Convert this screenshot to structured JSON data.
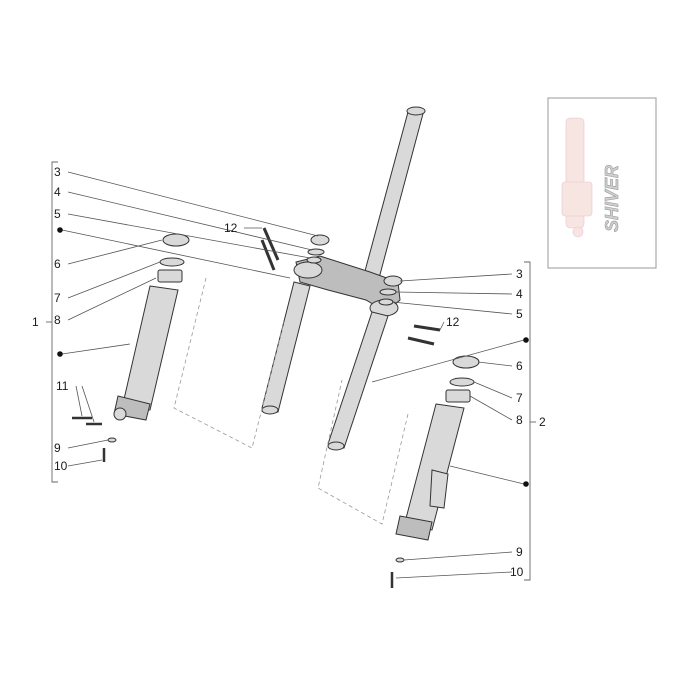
{
  "labels": {
    "left": {
      "l3": "3",
      "l4": "4",
      "l5": "5",
      "l12": "12",
      "l6": "6",
      "l7": "7",
      "l8": "8",
      "l1": "1",
      "l11": "11",
      "l9": "9",
      "l10": "10"
    },
    "right": {
      "r3": "3",
      "r4": "4",
      "r5": "5",
      "r12": "12",
      "r6": "6",
      "r7": "7",
      "r8": "8",
      "r2": "2",
      "r9": "9",
      "r10": "10"
    }
  },
  "inset": {
    "logo_text": "SHIVER"
  },
  "colors": {
    "part_fill": "#d9d9d9",
    "line": "#333333",
    "bracket": "#666666"
  }
}
